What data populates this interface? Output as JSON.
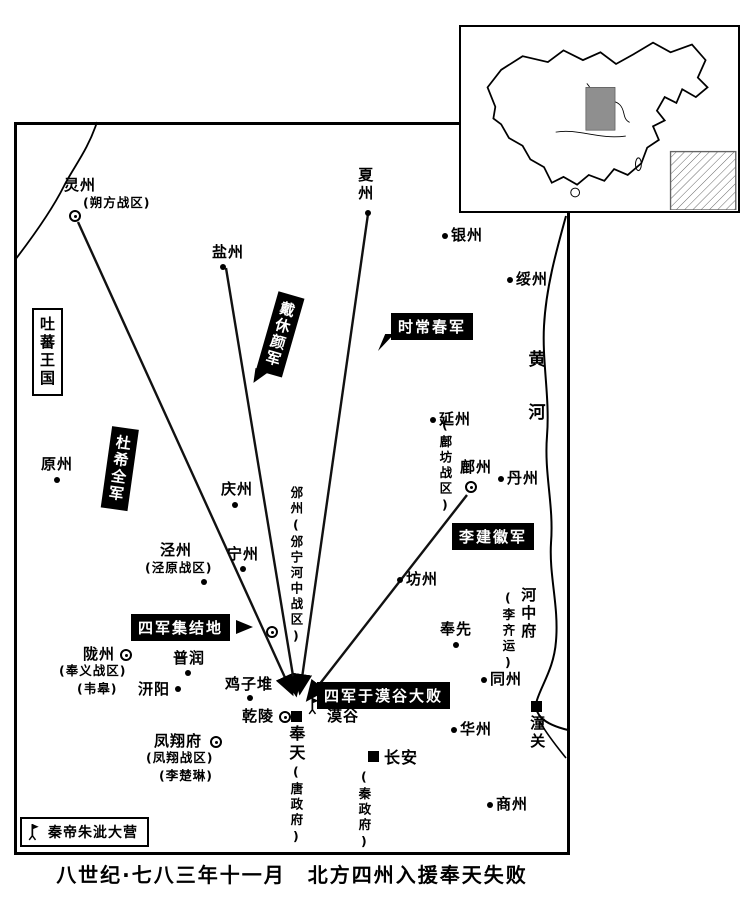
{
  "caption": "八世纪·七八三年十一月　北方四州入援奉天失败",
  "regions": {
    "tubo": "吐蕃王国",
    "yellow_river": "黄河"
  },
  "legend": {
    "label": "秦帝朱泚大营"
  },
  "armies": {
    "daixiuyan": "戴休颜军",
    "shichangchun": "时常春军",
    "duxiquan": "杜希全军",
    "lijianhui": "李建徽军",
    "assembly": "四军集结地",
    "defeat": "四军于漠谷大败"
  },
  "places": {
    "lingzhou": {
      "name": "灵州",
      "note": "(朔方战区)"
    },
    "yanchi": {
      "name": "盐州"
    },
    "xiazhou": {
      "name": "夏州"
    },
    "yinzhou": {
      "name": "银州"
    },
    "suizhou": {
      "name": "绥州"
    },
    "yanzhou": {
      "name": "延州"
    },
    "fuzhou": {
      "name": "鄜州",
      "note": "(鄜坊战区)"
    },
    "danzhou": {
      "name": "丹州"
    },
    "yuanzhou": {
      "name": "原州"
    },
    "qingzhou": {
      "name": "庆州"
    },
    "ningzhou": {
      "name": "宁州"
    },
    "binzhou": {
      "name": "邠州(邠宁河中战区)"
    },
    "jingzhou": {
      "name": "泾州",
      "note": "(泾原战区)"
    },
    "fangzhou": {
      "name": "坊州"
    },
    "hezhongfu": {
      "name": "河中府",
      "note": "(李齐运)"
    },
    "fengxian": {
      "name": "奉先"
    },
    "tongzhou": {
      "name": "同州"
    },
    "tongguan": {
      "name": "潼关"
    },
    "huazhou": {
      "name": "华州"
    },
    "shangzhou": {
      "name": "商州"
    },
    "longzhou": {
      "name": "陇州",
      "note": "(奉义战区)",
      "commander": "(韦皋)"
    },
    "purun": {
      "name": "普润"
    },
    "qianyang": {
      "name": "汧阳"
    },
    "jizidui": {
      "name": "鸡子堆"
    },
    "qianling": {
      "name": "乾陵"
    },
    "mogu": {
      "name": "漠谷"
    },
    "fengtian": {
      "name": "奉天",
      "note": "(唐政府)"
    },
    "fengxiangfu": {
      "name": "凤翔府",
      "note": "(凤翔战区)",
      "commander": "(李楚琳)"
    },
    "changan": {
      "name": "长安",
      "note": "(秦政府)"
    }
  }
}
